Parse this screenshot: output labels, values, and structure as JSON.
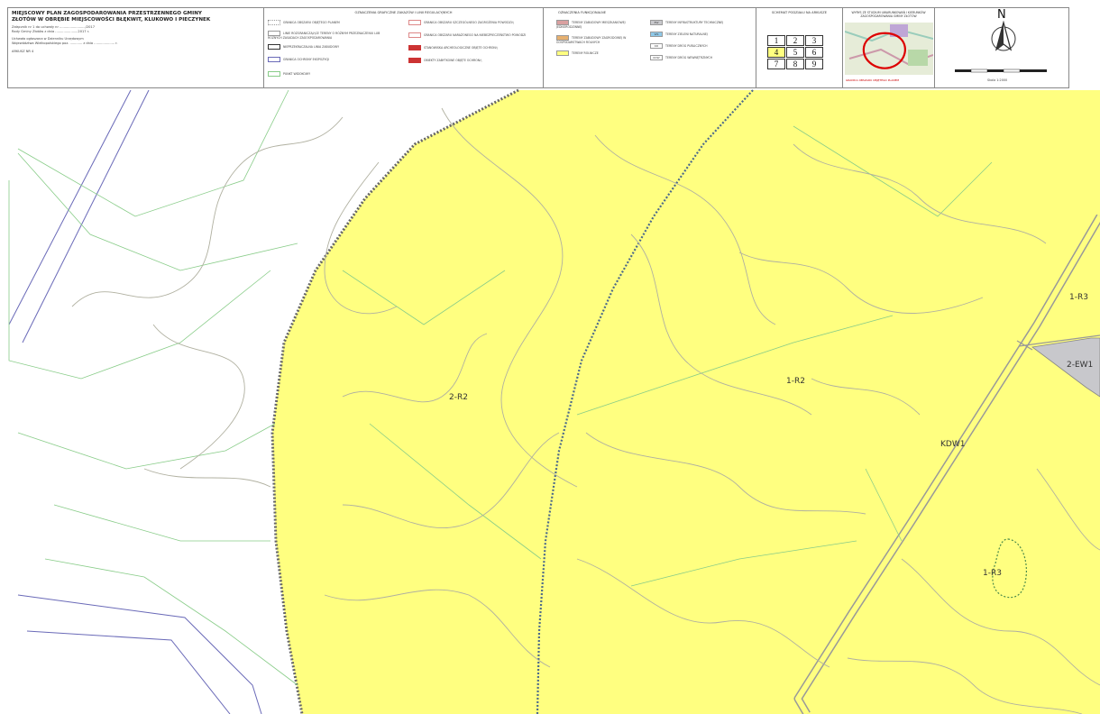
{
  "title_block": {
    "line1": "MIEJSCOWY PLAN ZAGOSPODAROWANIA PRZESTRZENNEGO GMINY",
    "line2": "ZŁOTÓW W OBRĘBIE MIEJSCOWOŚCI BŁĘKWIT, KLUKOWO I PIECZYNEK",
    "line3": "Załącznik nr 1 do uchwały nr ........................./2017",
    "line4": "Rady Gminy Złotów z dnia ......................2017 r.",
    "line5": "Uchwała ogłoszona w Dzienniku Urzędowym",
    "line6": "Województwa Wielkopolskiego poz. ............ z dnia .................... r.",
    "sheet": "ARKUSZ NR 4"
  },
  "legend_admin": {
    "title": "OZNACZENIA GRAFICZNE ZAKAZÓW I LINII REGULACYJNYCH",
    "items": [
      "GRANICA OBSZARU OBJĘTEGO PLANEM",
      "LINIE ROZGRANICZAJĄCE TERENY O RÓŻNYM PRZEZNACZENIU LUB RÓŻNYCH ZASADACH ZAGOSPODAROWANIA",
      "NIEPRZEKRACZALNA LINIA ZABUDOWY",
      "GRANICA OCHRONY EKSPOZYCJI",
      "PUNKT WIDOKOWY"
    ],
    "items2": [
      "GRANICA OBSZARU SZCZEGÓLNEGO ZAGROŻENIA POWODZIĄ",
      "GRANICA OBSZARU NARAŻONEGO NA NIEBEZPIECZEŃSTWO POWODZI",
      "STANOWISKA ARCHEOLOGICZNE OBJĘTE OCHRONĄ",
      "OBIEKTY ZABYTKOWE OBJĘTE OCHRONĄ"
    ]
  },
  "legend_func": {
    "title": "OZNACZENIA FUNKCJONALNE",
    "items": [
      "TERENY ZABUDOWY MIESZKANIOWEJ JEDNORODZINNEJ",
      "TERENY ZABUDOWY ZAGRODOWEJ W GOSPODARSTWACH ROLNYCH",
      "TERENY ROLNICZE"
    ],
    "items2": [
      "TERENY INFRASTRUKTURY TECHNICZNEJ",
      "TERENY ZIELENI NATURALNEJ",
      "TERENY DRÓG PUBLICZNYCH",
      "TERENY DRÓG WEWNĘTRZNYCH"
    ],
    "codes": [
      "EW",
      "WS",
      "KD",
      "KDW"
    ]
  },
  "sheet_scheme": {
    "title": "SCHEMAT PODZIAŁU NA ARKUSZE",
    "cells": [
      "1",
      "2",
      "3",
      "4",
      "5",
      "6",
      "7",
      "8",
      "9"
    ],
    "active": "4"
  },
  "location_box": {
    "title": "WYRYS ZE STUDIUM UWARUNKOWAŃ I KIERUNKÓW ZAGOSPODAROWANIA GMINY ZŁOTÓW",
    "note": "GRANICA OBSZARU OBJĘTEGO PLANEM"
  },
  "north": {
    "letter": "N",
    "scale_label": "Skala 1:2000"
  },
  "map_labels": {
    "zone_left": "2-R2",
    "zone_mid": "1-R2",
    "zone_right_top": "1-R3",
    "zone_ew": "2-EW1",
    "road": "KDW1",
    "zone_right_bottom": "1-R3"
  },
  "colors": {
    "agri": "#ffff80",
    "ew": "#c8c8cc",
    "contour": "#b0b0a0",
    "parcel": "#88cc88",
    "admin": "#6a6ab8"
  }
}
